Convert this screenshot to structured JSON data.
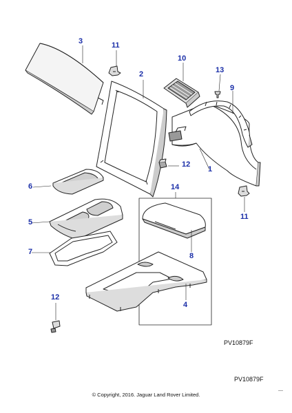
{
  "callouts": {
    "c1": "1",
    "c2": "2",
    "c3": "3",
    "c4": "4",
    "c5": "5",
    "c6": "6",
    "c7": "7",
    "c8": "8",
    "c9": "9",
    "c10": "10",
    "c11a": "11",
    "c11b": "11",
    "c12a": "12",
    "c12b": "12",
    "c13": "13",
    "c14": "14"
  },
  "reference_inner": "PV10879F",
  "reference_outer": "PV10879F",
  "copyright": "© Copyright, 2016. Jaguar Land Rover Limited.",
  "corner_mark": "—",
  "colors": {
    "callout": "#1b2fa8",
    "line": "#222222",
    "part_fill": "#ffffff",
    "part_shade": "#cfcfcf"
  }
}
